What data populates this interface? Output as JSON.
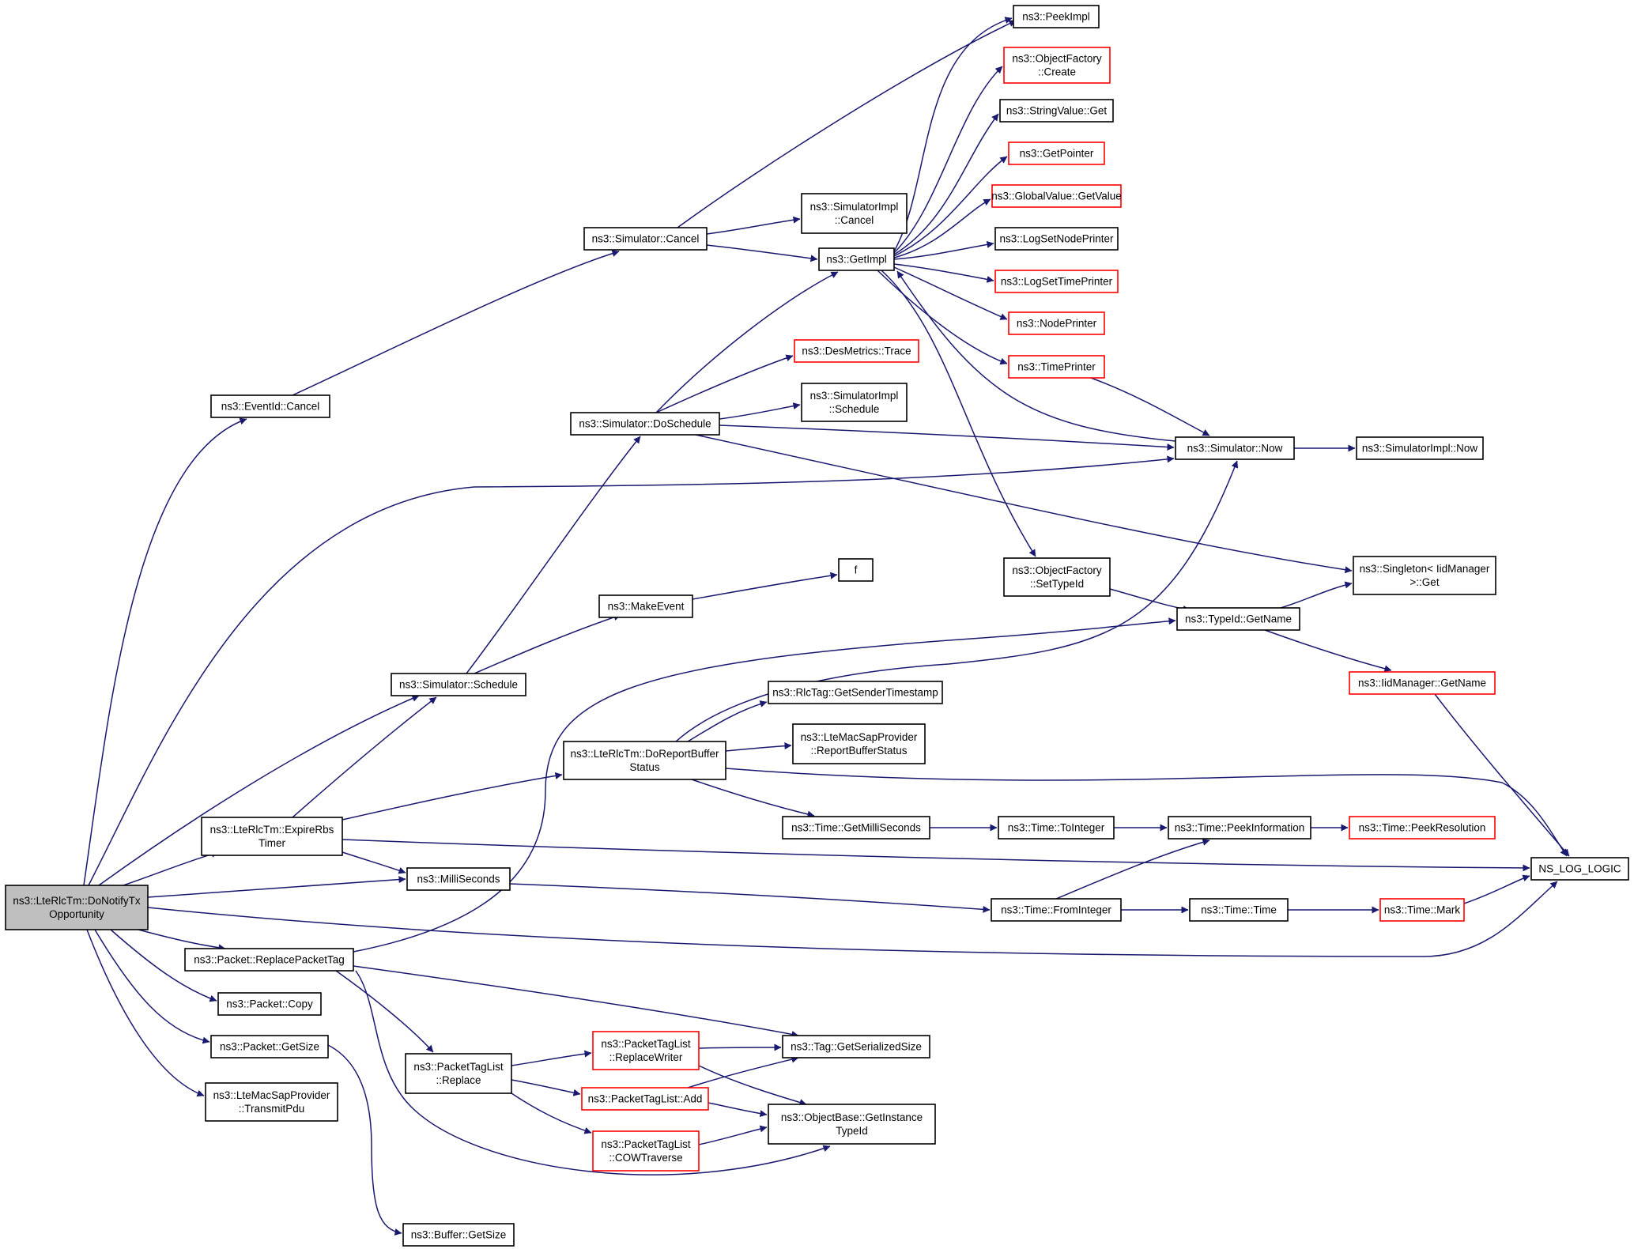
{
  "colors": {
    "edge": "#191970",
    "node_border_documented": "#000000",
    "node_border_undocumented": "#ff0000",
    "focus_fill": "#bfbfbf"
  },
  "nodes": [
    {
      "id": "n_root",
      "lines": [
        "ns3::LteRlcTm::DoNotifyTx",
        "Opportunity"
      ],
      "border": "black",
      "focus": true
    },
    {
      "id": "n_eventcancel",
      "lines": [
        "ns3::EventId::Cancel"
      ],
      "border": "black"
    },
    {
      "id": "n_simcancel",
      "lines": [
        "ns3::Simulator::Cancel"
      ],
      "border": "black"
    },
    {
      "id": "n_peekimpl",
      "lines": [
        "ns3::PeekImpl"
      ],
      "border": "black"
    },
    {
      "id": "n_simimplcancel",
      "lines": [
        "ns3::SimulatorImpl",
        "::Cancel"
      ],
      "border": "black"
    },
    {
      "id": "n_getimpl",
      "lines": [
        "ns3::GetImpl"
      ],
      "border": "black"
    },
    {
      "id": "n_ofcreate",
      "lines": [
        "ns3::ObjectFactory",
        "::Create"
      ],
      "border": "red"
    },
    {
      "id": "n_stringget",
      "lines": [
        "ns3::StringValue::Get"
      ],
      "border": "black"
    },
    {
      "id": "n_getpointer",
      "lines": [
        "ns3::GetPointer"
      ],
      "border": "red"
    },
    {
      "id": "n_gvgetvalue",
      "lines": [
        "ns3::GlobalValue::GetValue"
      ],
      "border": "red"
    },
    {
      "id": "n_lognode",
      "lines": [
        "ns3::LogSetNodePrinter"
      ],
      "border": "black"
    },
    {
      "id": "n_logtime",
      "lines": [
        "ns3::LogSetTimePrinter"
      ],
      "border": "red"
    },
    {
      "id": "n_nodeprinter",
      "lines": [
        "ns3::NodePrinter"
      ],
      "border": "red"
    },
    {
      "id": "n_timeprinter",
      "lines": [
        "ns3::TimePrinter"
      ],
      "border": "red"
    },
    {
      "id": "n_destrace",
      "lines": [
        "ns3::DesMetrics::Trace"
      ],
      "border": "red"
    },
    {
      "id": "n_simimplsched",
      "lines": [
        "ns3::SimulatorImpl",
        "::Schedule"
      ],
      "border": "black"
    },
    {
      "id": "n_doschedule",
      "lines": [
        "ns3::Simulator::DoSchedule"
      ],
      "border": "black"
    },
    {
      "id": "n_simnow",
      "lines": [
        "ns3::Simulator::Now"
      ],
      "border": "black"
    },
    {
      "id": "n_simimplnow",
      "lines": [
        "ns3::SimulatorImpl::Now"
      ],
      "border": "black"
    },
    {
      "id": "n_f",
      "lines": [
        "f"
      ],
      "border": "black"
    },
    {
      "id": "n_ofsettypeid",
      "lines": [
        "ns3::ObjectFactory",
        "::SetTypeId"
      ],
      "border": "black"
    },
    {
      "id": "n_singleton",
      "lines": [
        "ns3::Singleton< IidManager",
        " >::Get"
      ],
      "border": "black"
    },
    {
      "id": "n_makeevent",
      "lines": [
        "ns3::MakeEvent"
      ],
      "border": "black"
    },
    {
      "id": "n_typeidgetname",
      "lines": [
        "ns3::TypeId::GetName"
      ],
      "border": "black"
    },
    {
      "id": "n_simschedule",
      "lines": [
        "ns3::Simulator::Schedule"
      ],
      "border": "black"
    },
    {
      "id": "n_iidgetname",
      "lines": [
        "ns3::IidManager::GetName"
      ],
      "border": "red"
    },
    {
      "id": "n_rlctag",
      "lines": [
        "ns3::RlcTag::GetSenderTimestamp"
      ],
      "border": "black"
    },
    {
      "id": "n_doreport",
      "lines": [
        "ns3::LteRlcTm::DoReportBuffer",
        "Status"
      ],
      "border": "black"
    },
    {
      "id": "n_reportbuf",
      "lines": [
        "ns3::LteMacSapProvider",
        "::ReportBufferStatus"
      ],
      "border": "black"
    },
    {
      "id": "n_expire",
      "lines": [
        "ns3::LteRlcTm::ExpireRbs",
        "Timer"
      ],
      "border": "black"
    },
    {
      "id": "n_getms",
      "lines": [
        "ns3::Time::GetMilliSeconds"
      ],
      "border": "black"
    },
    {
      "id": "n_tointeger",
      "lines": [
        "ns3::Time::ToInteger"
      ],
      "border": "black"
    },
    {
      "id": "n_peekinfo",
      "lines": [
        "ns3::Time::PeekInformation"
      ],
      "border": "black"
    },
    {
      "id": "n_peekres",
      "lines": [
        "ns3::Time::PeekResolution"
      ],
      "border": "red"
    },
    {
      "id": "n_nslog",
      "lines": [
        "NS_LOG_LOGIC"
      ],
      "border": "black"
    },
    {
      "id": "n_ms",
      "lines": [
        "ns3::MilliSeconds"
      ],
      "border": "black"
    },
    {
      "id": "n_frominteger",
      "lines": [
        "ns3::Time::FromInteger"
      ],
      "border": "black"
    },
    {
      "id": "n_timetime",
      "lines": [
        "ns3::Time::Time"
      ],
      "border": "black"
    },
    {
      "id": "n_timemark",
      "lines": [
        "ns3::Time::Mark"
      ],
      "border": "red"
    },
    {
      "id": "n_replacetag",
      "lines": [
        "ns3::Packet::ReplacePacketTag"
      ],
      "border": "black"
    },
    {
      "id": "n_copy",
      "lines": [
        "ns3::Packet::Copy"
      ],
      "border": "black"
    },
    {
      "id": "n_ptlrw",
      "lines": [
        "ns3::PacketTagList",
        "::ReplaceWriter"
      ],
      "border": "red"
    },
    {
      "id": "n_taggetsize",
      "lines": [
        "ns3::Tag::GetSerializedSize"
      ],
      "border": "black"
    },
    {
      "id": "n_getsize",
      "lines": [
        "ns3::Packet::GetSize"
      ],
      "border": "black"
    },
    {
      "id": "n_ptlreplace",
      "lines": [
        "ns3::PacketTagList",
        "::Replace"
      ],
      "border": "black"
    },
    {
      "id": "n_ptladd",
      "lines": [
        "ns3::PacketTagList::Add"
      ],
      "border": "red"
    },
    {
      "id": "n_transmit",
      "lines": [
        "ns3::LteMacSapProvider",
        "::TransmitPdu"
      ],
      "border": "black"
    },
    {
      "id": "n_objbase",
      "lines": [
        "ns3::ObjectBase::GetInstance",
        "TypeId"
      ],
      "border": "black"
    },
    {
      "id": "n_cow",
      "lines": [
        "ns3::PacketTagList",
        "::COWTraverse"
      ],
      "border": "red"
    },
    {
      "id": "n_bufsize",
      "lines": [
        "ns3::Buffer::GetSize"
      ],
      "border": "black"
    }
  ]
}
